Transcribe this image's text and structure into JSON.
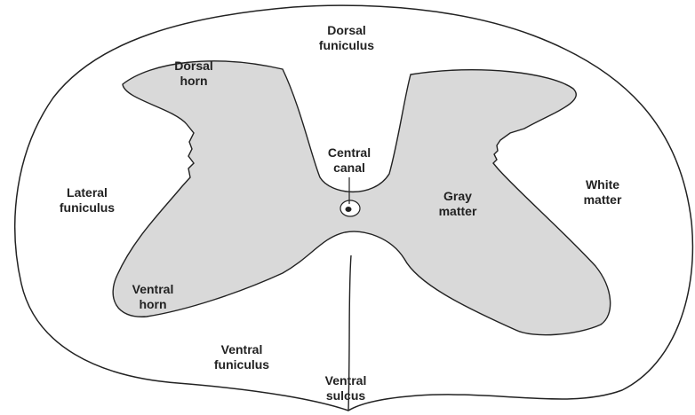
{
  "labels": {
    "dorsal_funiculus": [
      "Dorsal",
      "funiculus"
    ],
    "dorsal_horn": [
      "Dorsal",
      "horn"
    ],
    "central_canal": [
      "Central",
      "canal"
    ],
    "lateral_funiculus": [
      "Lateral",
      "funiculus"
    ],
    "gray_matter": [
      "Gray",
      "matter"
    ],
    "white_matter": [
      "White",
      "matter"
    ],
    "ventral_horn": [
      "Ventral",
      "horn"
    ],
    "ventral_funiculus": [
      "Ventral",
      "funiculus"
    ],
    "ventral_sulcus": [
      "Ventral",
      "sulcus"
    ]
  },
  "colors": {
    "white_matter_fill": "#ffffff",
    "gray_matter_fill": "#d9d9d9",
    "outline": "#222222",
    "label_text": "#222222"
  }
}
